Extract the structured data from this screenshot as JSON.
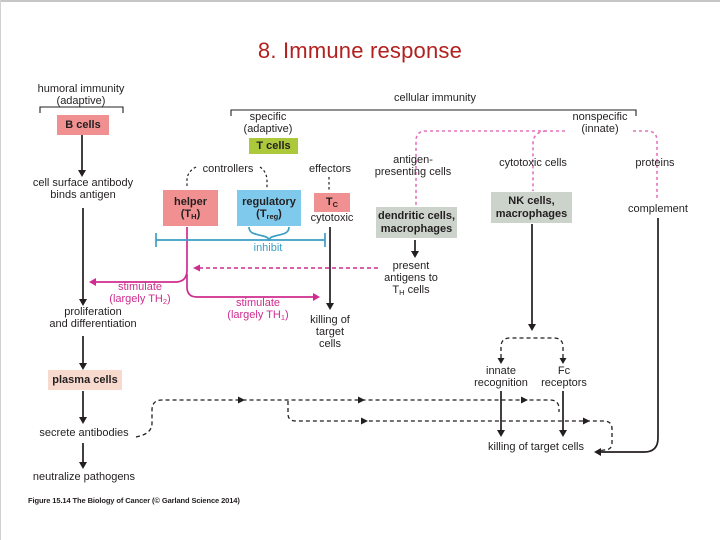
{
  "title": "8. Immune response",
  "colors": {
    "title": "#b22020",
    "ink": "#231f20",
    "boxpink": "#f09090",
    "boxgreen": "#abc93a",
    "boxblue": "#7fc9ec",
    "boxgray": "#ccd3cb",
    "boxplasma": "#f8d9cd",
    "magenta": "#cf2c8f",
    "pinkdash": "#e473bd",
    "blueline": "#3a9fc4"
  },
  "headers": {
    "humoral": {
      "line1": "humoral immunity",
      "line2": "(adaptive)"
    },
    "cellular": "cellular immunity",
    "specific": {
      "line1": "specific",
      "line2": "(adaptive)"
    },
    "nonspecific": {
      "line1": "nonspecific",
      "line2": "(innate)"
    },
    "controllers": "controllers",
    "effectors": "effectors",
    "antigen_presenting": {
      "line1": "antigen-",
      "line2": "presenting cells"
    },
    "cytotoxic_cells": "cytotoxic cells",
    "proteins": "proteins",
    "complement": "complement"
  },
  "boxes": {
    "b_cells": "B cells",
    "t_cells": "T cells",
    "helper": {
      "line1": "helper",
      "line2_pre": "(T",
      "line2_sub": "H",
      "line2_post": ")"
    },
    "regulatory": {
      "line1": "regulatory",
      "line2_pre": "(T",
      "line2_sub": "reg",
      "line2_post": ")"
    },
    "tc": {
      "pre": "T",
      "sub": "C"
    },
    "cytotoxic_label": "cytotoxic",
    "dendritic": {
      "line1": "dendritic cells,",
      "line2": "macrophages"
    },
    "nk": {
      "line1": "NK cells,",
      "line2": "macrophages"
    },
    "plasma": "plasma cells"
  },
  "labels": {
    "cell_surface": {
      "line1": "cell surface antibody",
      "line2": "binds antigen"
    },
    "proliferation": {
      "line1": "proliferation",
      "line2": "and differentiation"
    },
    "secrete": "secrete antibodies",
    "neutralize": "neutralize pathogens",
    "stimulate_th2": {
      "line1": "stimulate",
      "line2_pre": "(largely TH",
      "line2_sub": "2",
      "line2_post": ")"
    },
    "stimulate_th1": {
      "line1": "stimulate",
      "line2_pre": "(largely TH",
      "line2_sub": "1",
      "line2_post": ")"
    },
    "inhibit": "inhibit",
    "killing_target": {
      "line1": "killing of",
      "line2": "target",
      "line3": "cells"
    },
    "present_antigens": {
      "line1": "present",
      "line2": "antigens to",
      "line3_pre": "T",
      "line3_sub": "H",
      "line3_post": " cells"
    },
    "innate_recognition": {
      "line1": "innate",
      "line2": "recognition"
    },
    "fc_receptors": {
      "line1": "Fc",
      "line2": "receptors"
    },
    "killing_bottom": "killing of target cells"
  },
  "caption": "Figure 15.14 The Biology of Cancer (© Garland Science 2014)"
}
